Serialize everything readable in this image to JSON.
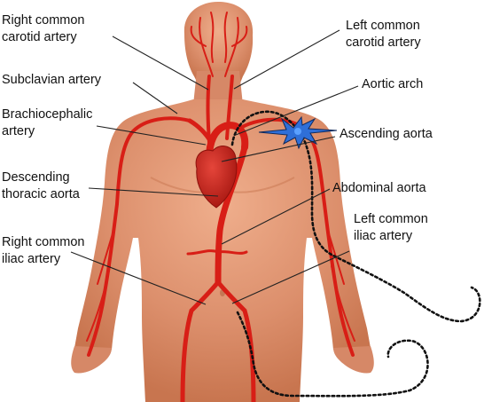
{
  "labels": {
    "right_common_carotid": "Right common\ncarotid artery",
    "left_common_carotid": "Left common\ncarotid artery",
    "subclavian": "Subclavian artery",
    "aortic_arch": "Aortic arch",
    "brachiocephalic": "Brachiocephalic\nartery",
    "ascending_aorta": "Ascending aorta",
    "descending_thoracic": "Descending\nthoracic aorta",
    "abdominal_aorta": "Abdominal aorta",
    "left_common_iliac": "Left common\niliac artery",
    "right_common_iliac": "Right common\niliac artery"
  },
  "colors": {
    "skin": "#dc8f6c",
    "skin_shadow": "#c8754f",
    "artery": "#d81e16",
    "artery_dark": "#a9120c",
    "heart": "#c2221a",
    "leader_line": "#222222",
    "catheter": "#111111",
    "marker": "#2f6fd8",
    "text": "#111111"
  },
  "icons": {
    "catheter_entry_marker": "blue-star-burst-icon"
  }
}
